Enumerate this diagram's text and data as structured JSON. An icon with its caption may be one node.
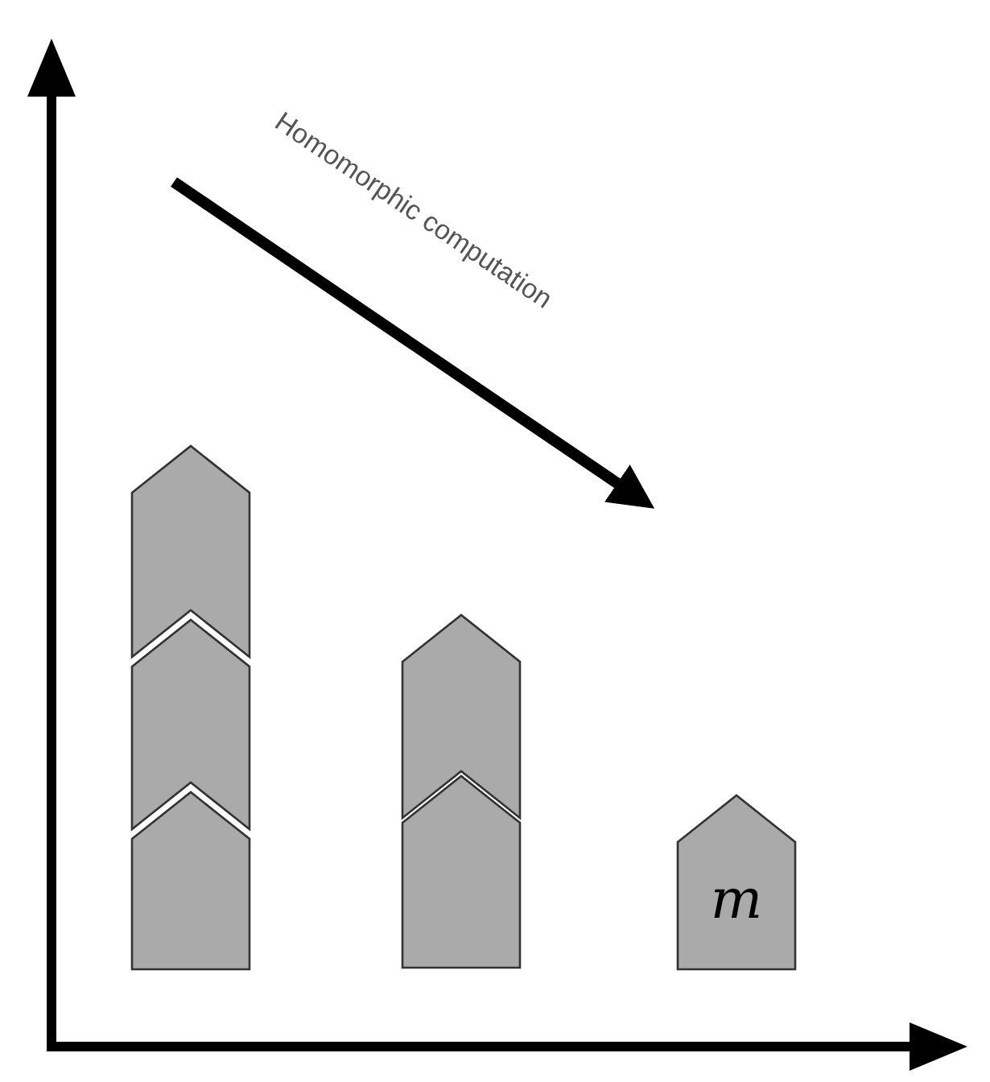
{
  "diagram": {
    "nodes": [
      {
        "text": [],
        "shape": "pentagon"
      },
      {
        "text": [],
        "shape": "pentagon"
      },
      {
        "text": [],
        "shape": "pentagon"
      },
      {
        "text": [],
        "shape": "pentagon"
      },
      {
        "text": [],
        "shape": "pentagon"
      },
      {
        "text": [
          "m"
        ]
      }
    ],
    "edges": [],
    "labels": [
      "Homomorphic computation"
    ]
  }
}
